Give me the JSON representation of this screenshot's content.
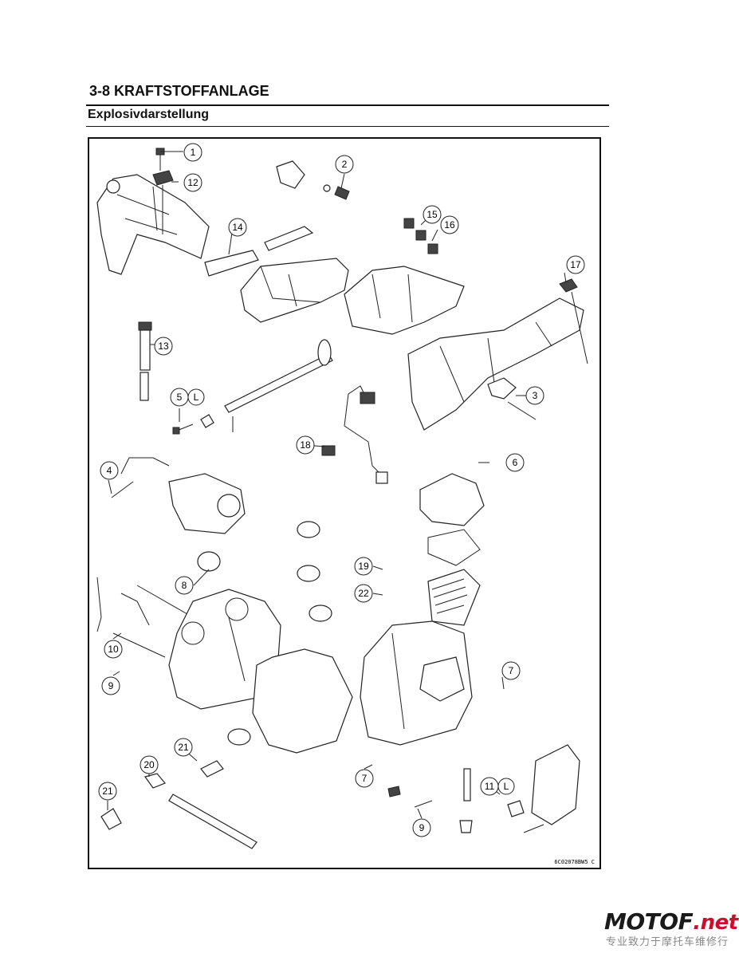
{
  "header": {
    "section_title": "3-8 KRAFTSTOFFANLAGE",
    "subtitle": "Explosivdarstellung"
  },
  "diagram": {
    "drawing_code": "6C02078BW5 C",
    "callouts": [
      {
        "id": "c1",
        "label": "1"
      },
      {
        "id": "c2",
        "label": "2"
      },
      {
        "id": "c3",
        "label": "3"
      },
      {
        "id": "c4",
        "label": "4"
      },
      {
        "id": "c5",
        "label": "5",
        "suffix": "L"
      },
      {
        "id": "c6",
        "label": "6"
      },
      {
        "id": "c7a",
        "label": "7"
      },
      {
        "id": "c7b",
        "label": "7"
      },
      {
        "id": "c8",
        "label": "8"
      },
      {
        "id": "c9a",
        "label": "9"
      },
      {
        "id": "c9b",
        "label": "9"
      },
      {
        "id": "c10",
        "label": "10"
      },
      {
        "id": "c11",
        "label": "11",
        "suffix": "L"
      },
      {
        "id": "c12",
        "label": "12"
      },
      {
        "id": "c13",
        "label": "13"
      },
      {
        "id": "c14",
        "label": "14"
      },
      {
        "id": "c15",
        "label": "15"
      },
      {
        "id": "c16",
        "label": "16"
      },
      {
        "id": "c17",
        "label": "17"
      },
      {
        "id": "c18",
        "label": "18"
      },
      {
        "id": "c19",
        "label": "19"
      },
      {
        "id": "c20",
        "label": "20"
      },
      {
        "id": "c21a",
        "label": "21"
      },
      {
        "id": "c21b",
        "label": "21"
      },
      {
        "id": "c22",
        "label": "22"
      }
    ]
  },
  "watermark": {
    "brand": "MOTOF",
    "tld": ".net",
    "tagline": "专业致力于摩托车维修行"
  }
}
